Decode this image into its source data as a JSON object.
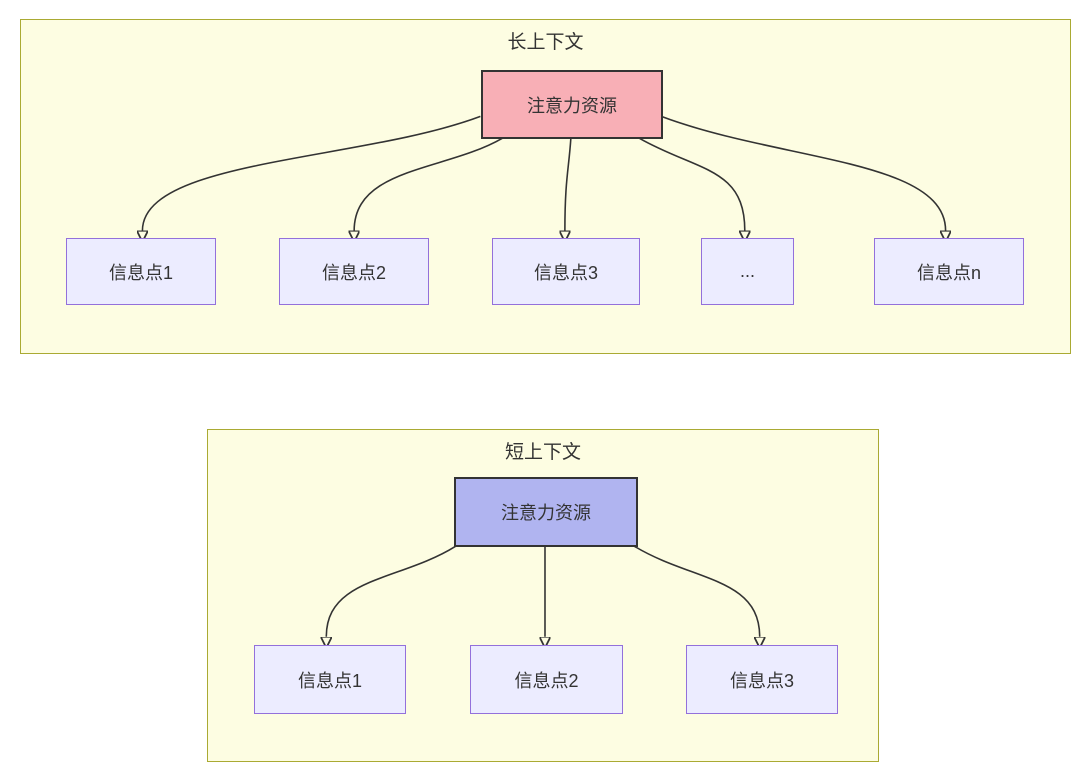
{
  "diagram": {
    "top_panel": {
      "title": "长上下文",
      "attention_label": "注意力资源",
      "attention_fill": "#F8AFB6",
      "nodes": [
        {
          "label": "信息点1"
        },
        {
          "label": "信息点2"
        },
        {
          "label": "信息点3"
        },
        {
          "label": "..."
        },
        {
          "label": "信息点n"
        }
      ]
    },
    "bottom_panel": {
      "title": "短上下文",
      "attention_label": "注意力资源",
      "attention_fill": "#B0B4F0",
      "nodes": [
        {
          "label": "信息点1"
        },
        {
          "label": "信息点2"
        },
        {
          "label": "信息点3"
        }
      ]
    },
    "colors": {
      "panel_fill": "#FDFDE2",
      "panel_border": "#AAAA33",
      "info_node_fill": "#ECECFF",
      "info_node_border": "#9370DB",
      "attention_node_border": "#333333",
      "edge": "#333333",
      "text": "#333333"
    }
  }
}
